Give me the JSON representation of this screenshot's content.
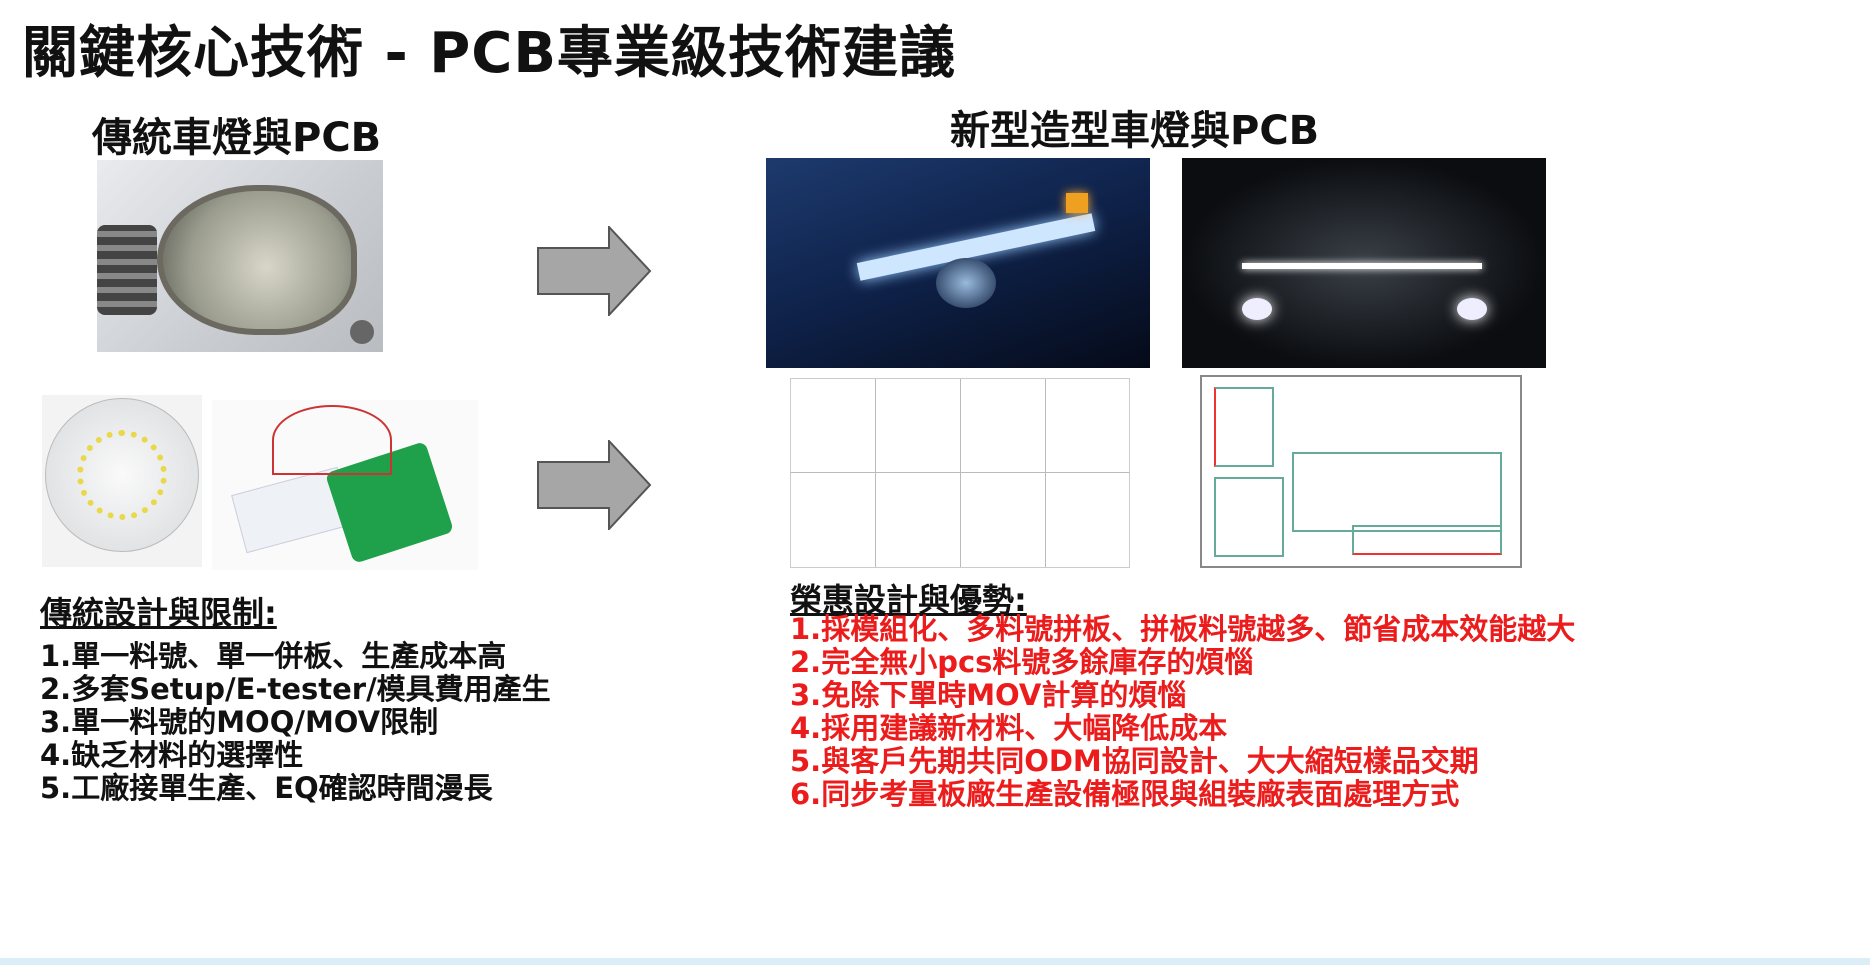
{
  "title": "關鍵核心技術 - PCB專業級技術建議",
  "left": {
    "subtitle": "傳統車燈與PCB",
    "heading": "傳統設計與限制:",
    "items": [
      "1.單一料號、單一併板、生產成本高",
      "2.多套Setup/E-tester/模具費用產生",
      "3.單一料號的MOQ/MOV限制",
      "4.缺乏材料的選擇性",
      "5.工廠接單生產、EQ確認時間漫長"
    ],
    "color": "#111111"
  },
  "right": {
    "subtitle": "新型造型車燈與PCB",
    "heading": "榮惠設計與優勢:",
    "items": [
      "1.採模組化、多料號拼板、拼板料號越多、節省成本效能越大",
      "2.完全無小pcs料號多餘庫存的煩惱",
      "3.免除下單時MOV計算的煩惱",
      "4.採用建議新材料、大幅降低成本",
      "5.與客戶先期共同ODM協同設計、大大縮短樣品交期",
      "6.同步考量板廠生產設備極限與組裝廠表面處理方式"
    ],
    "color": "#ec1c1c"
  },
  "arrow_color": "#a6a6a6"
}
